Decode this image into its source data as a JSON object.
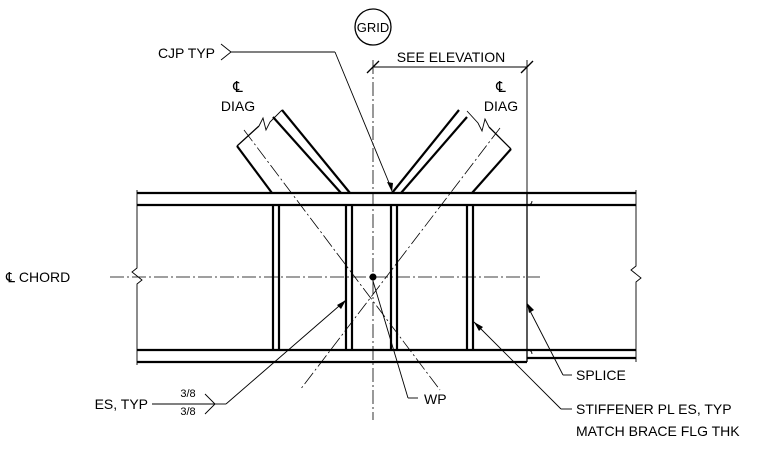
{
  "labels": {
    "grid": "GRID",
    "see_elevation": "SEE ELEVATION",
    "cjp": "CJP TYP",
    "diag_left_cl": "℄",
    "diag_left": "DIAG",
    "diag_right_cl": "℄",
    "diag_right": "DIAG",
    "chord": "℄ CHORD",
    "es_typ": "ES, TYP",
    "weld_top": "3/8",
    "weld_bottom": "3/8",
    "wp": "WP",
    "splice": "SPLICE",
    "stiffener_line1": "STIFFENER PL ES, TYP",
    "stiffener_line2": "MATCH BRACE FLG THK"
  }
}
